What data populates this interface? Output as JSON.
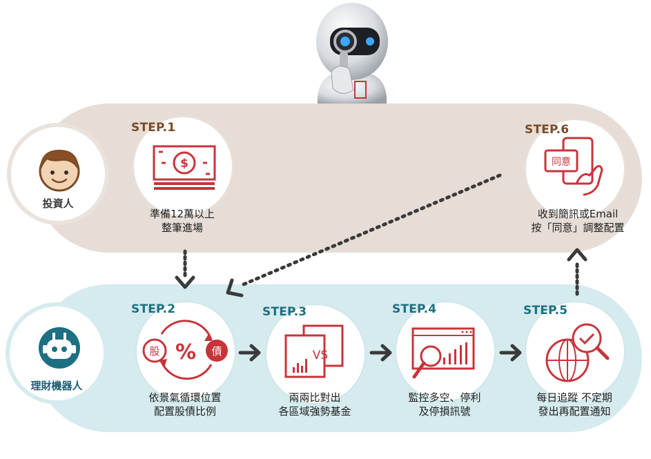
{
  "roles": {
    "investor": "投資人",
    "robo": "理財機器人"
  },
  "steps": [
    {
      "title": "STEP.1",
      "line1": "準備12萬以上",
      "line2": "整筆進場"
    },
    {
      "title": "STEP.2",
      "line1": "依景氣循環位置",
      "line2": "配置股債比例",
      "stock": "股",
      "bond": "債",
      "percent": "%"
    },
    {
      "title": "STEP.3",
      "line1": "兩兩比對出",
      "line2": "各區域強勢基金",
      "vs": "VS"
    },
    {
      "title": "STEP.4",
      "line1": "監控多空、停利",
      "line2": "及停損訊號"
    },
    {
      "title": "STEP.5",
      "line1": "每日追蹤  不定期",
      "line2": "發出再配置通知"
    },
    {
      "title": "STEP.6",
      "line1": "收到簡訊或Email",
      "line2": "按「同意」調整配置",
      "agree": "同意"
    }
  ],
  "colors": {
    "top_band": "#e6ddd6",
    "bottom_band": "#d6ebee",
    "icon_red": "#c8333a",
    "step_brown": "#7a4a25",
    "step_teal": "#1d6f82",
    "arrow": "#3a3a3a"
  }
}
